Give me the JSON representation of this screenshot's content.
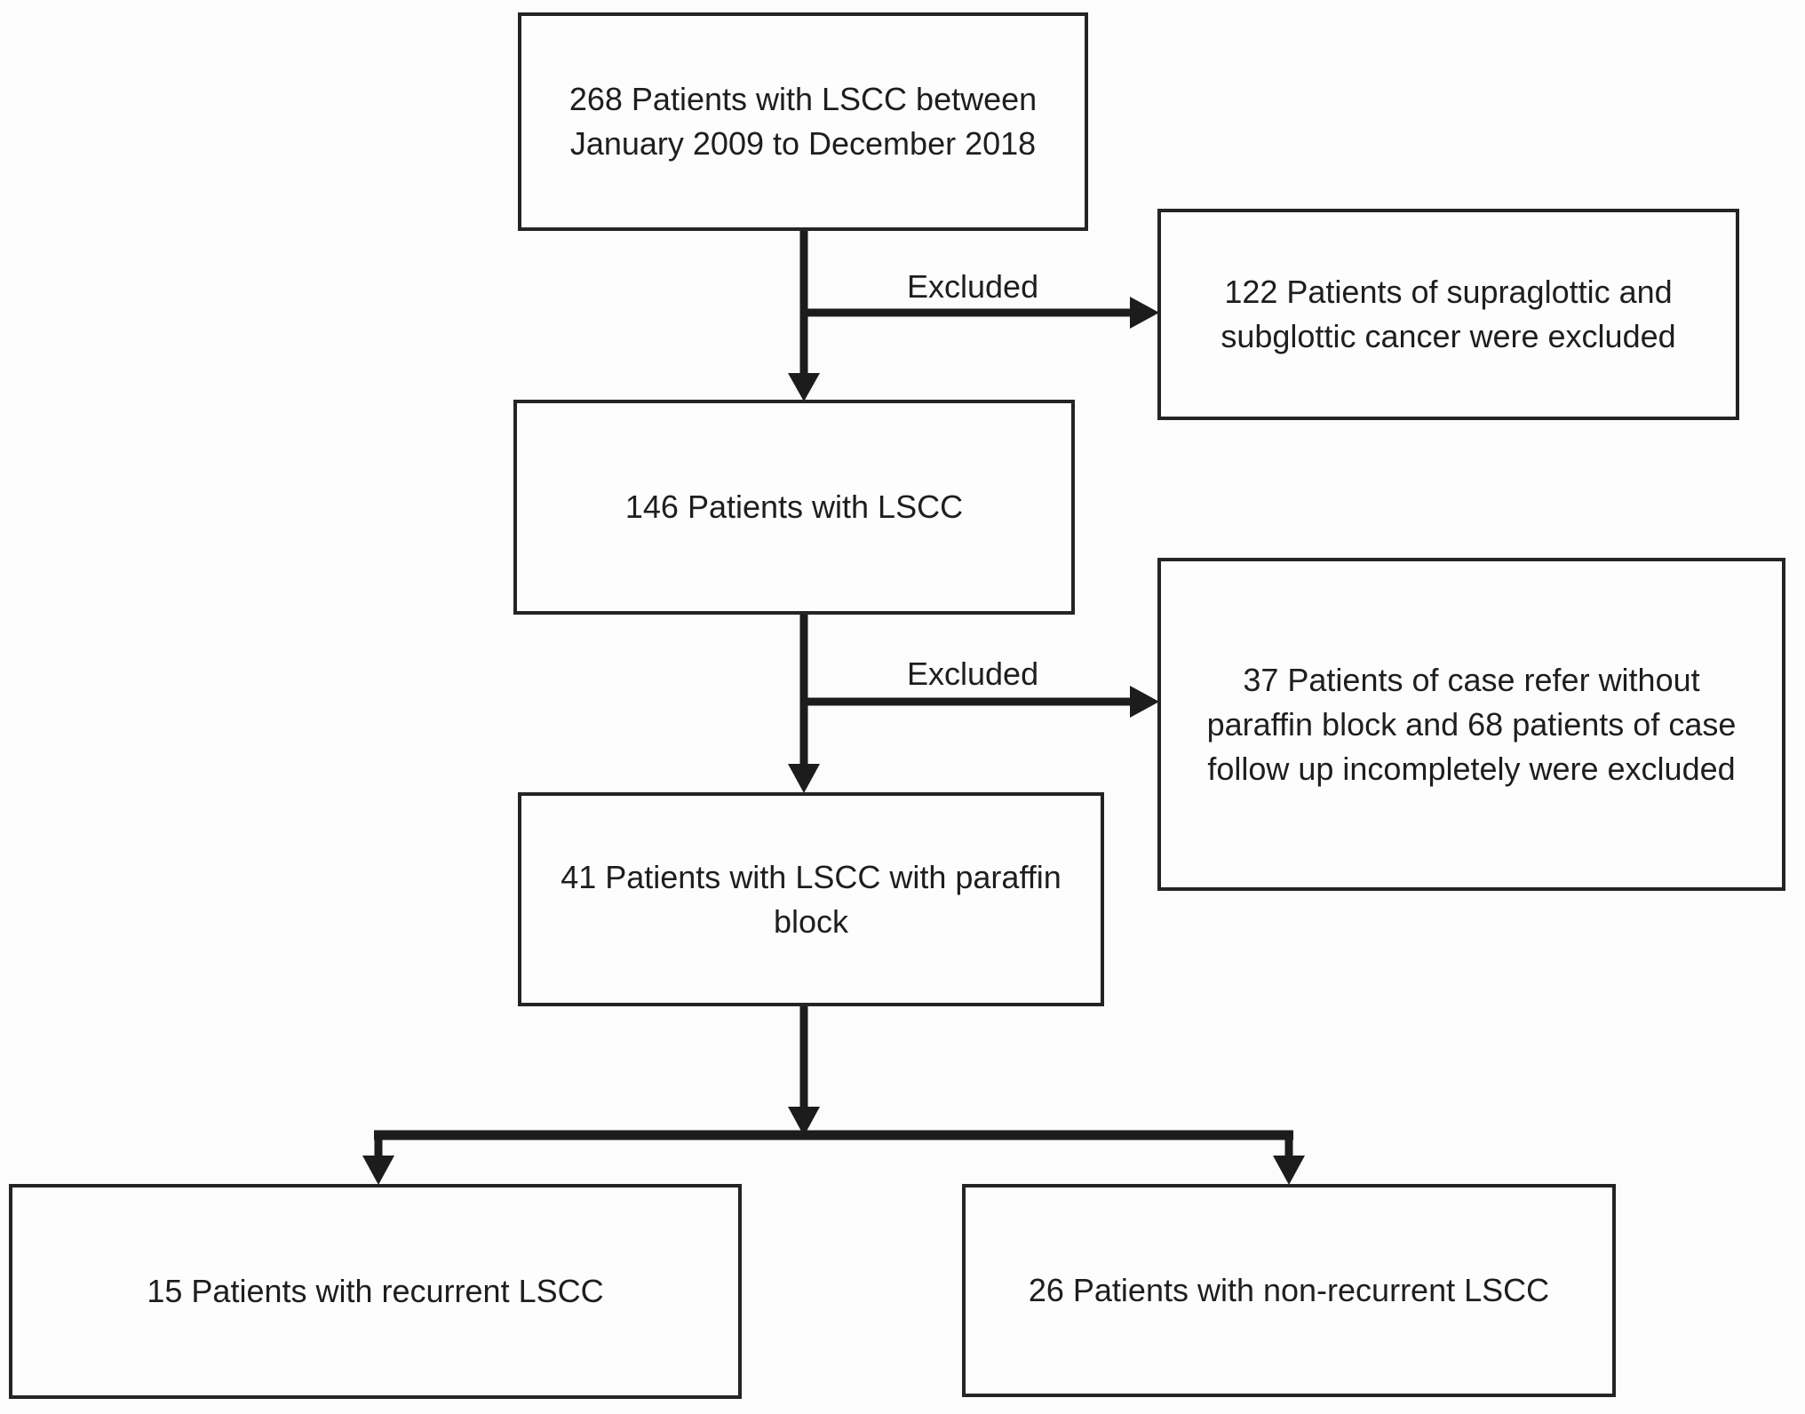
{
  "figure": {
    "kind": "patient-flowchart",
    "colors": {
      "ink": "#1c1c1c",
      "background": "#fcfcfc",
      "node_fill": "#fdfdfd"
    }
  },
  "nodes": {
    "enrolled": {
      "lines": [
        "268 Patients with LSCC between",
        "January 2009 to December 2018"
      ]
    },
    "lscc_146": {
      "lines": [
        "146 Patients with LSCC"
      ]
    },
    "paraffin_41": {
      "lines": [
        "41 Patients with LSCC with paraffin",
        "block"
      ]
    },
    "excluded_site": {
      "lines": [
        "122 Patients of supraglottic and",
        "subglottic cancer were excluded"
      ]
    },
    "excluded_followup": {
      "lines": [
        "37 Patients of case refer without",
        "paraffin block and 68 patients of case",
        "follow up incompletely were excluded"
      ]
    },
    "recurrent": {
      "lines": [
        "15 Patients with recurrent LSCC"
      ]
    },
    "non_recurrent": {
      "lines": [
        "26 Patients with non-recurrent LSCC"
      ]
    }
  },
  "edge_labels": {
    "excluded_site": "Excluded",
    "excluded_followup": "Excluded"
  }
}
